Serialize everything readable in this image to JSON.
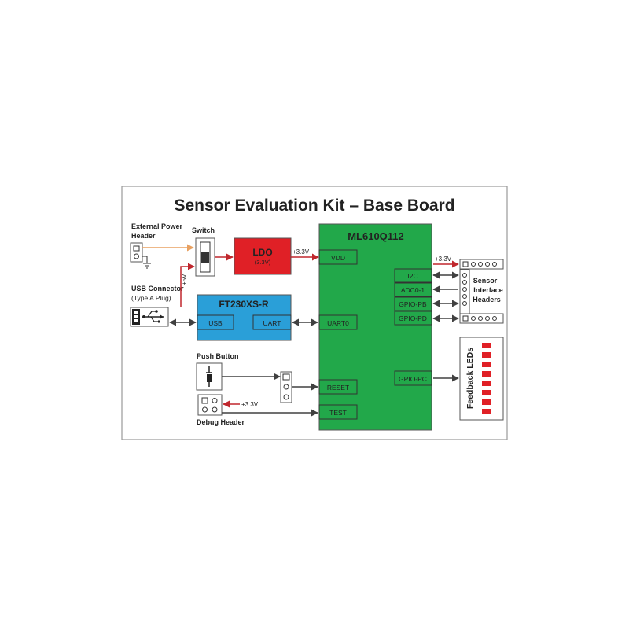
{
  "title": "Sensor Evaluation Kit – Base Board",
  "external_power": {
    "label_line1": "External Power",
    "label_line2": "Header"
  },
  "switch": {
    "label": "Switch"
  },
  "usb_connector": {
    "label_line1": "USB Connector",
    "label_line2": "(Type A Plug)"
  },
  "ldo": {
    "label": "LDO",
    "sublabel": "(3.3V)"
  },
  "ft230": {
    "label": "FT230XS-R",
    "port_usb": "USB",
    "port_uart": "UART"
  },
  "mcu": {
    "label": "ML610Q112",
    "vdd": "VDD",
    "uart0": "UART0",
    "reset": "RESET",
    "test": "TEST",
    "i2c": "I2C",
    "adc": "ADC0-1",
    "gpio_pb": "GPIO-PB",
    "gpio_pd": "GPIO-PD",
    "gpio_pc": "GPIO-PC"
  },
  "voltages": {
    "plus5v": "+5V",
    "ldo_out": "+3.3V",
    "sensor_vcc": "+3.3V",
    "debug_vcc": "+3.3V"
  },
  "push_button": {
    "label": "Push Button"
  },
  "debug_header": {
    "label": "Debug Header"
  },
  "sensor_headers": {
    "label_line1": "Sensor",
    "label_line2": "Interface",
    "label_line3": "Headers"
  },
  "feedback_leds": {
    "label": "Feedback LEDs",
    "count": 8
  },
  "colors": {
    "mcu_green": "#22a84a",
    "ft230_blue": "#2a9fd8",
    "ldo_red": "#e02026",
    "power_wire_red": "#c0272d",
    "ext_power_wire": "#e8a060",
    "signal_wire": "#404040",
    "led_red": "#e02026"
  }
}
